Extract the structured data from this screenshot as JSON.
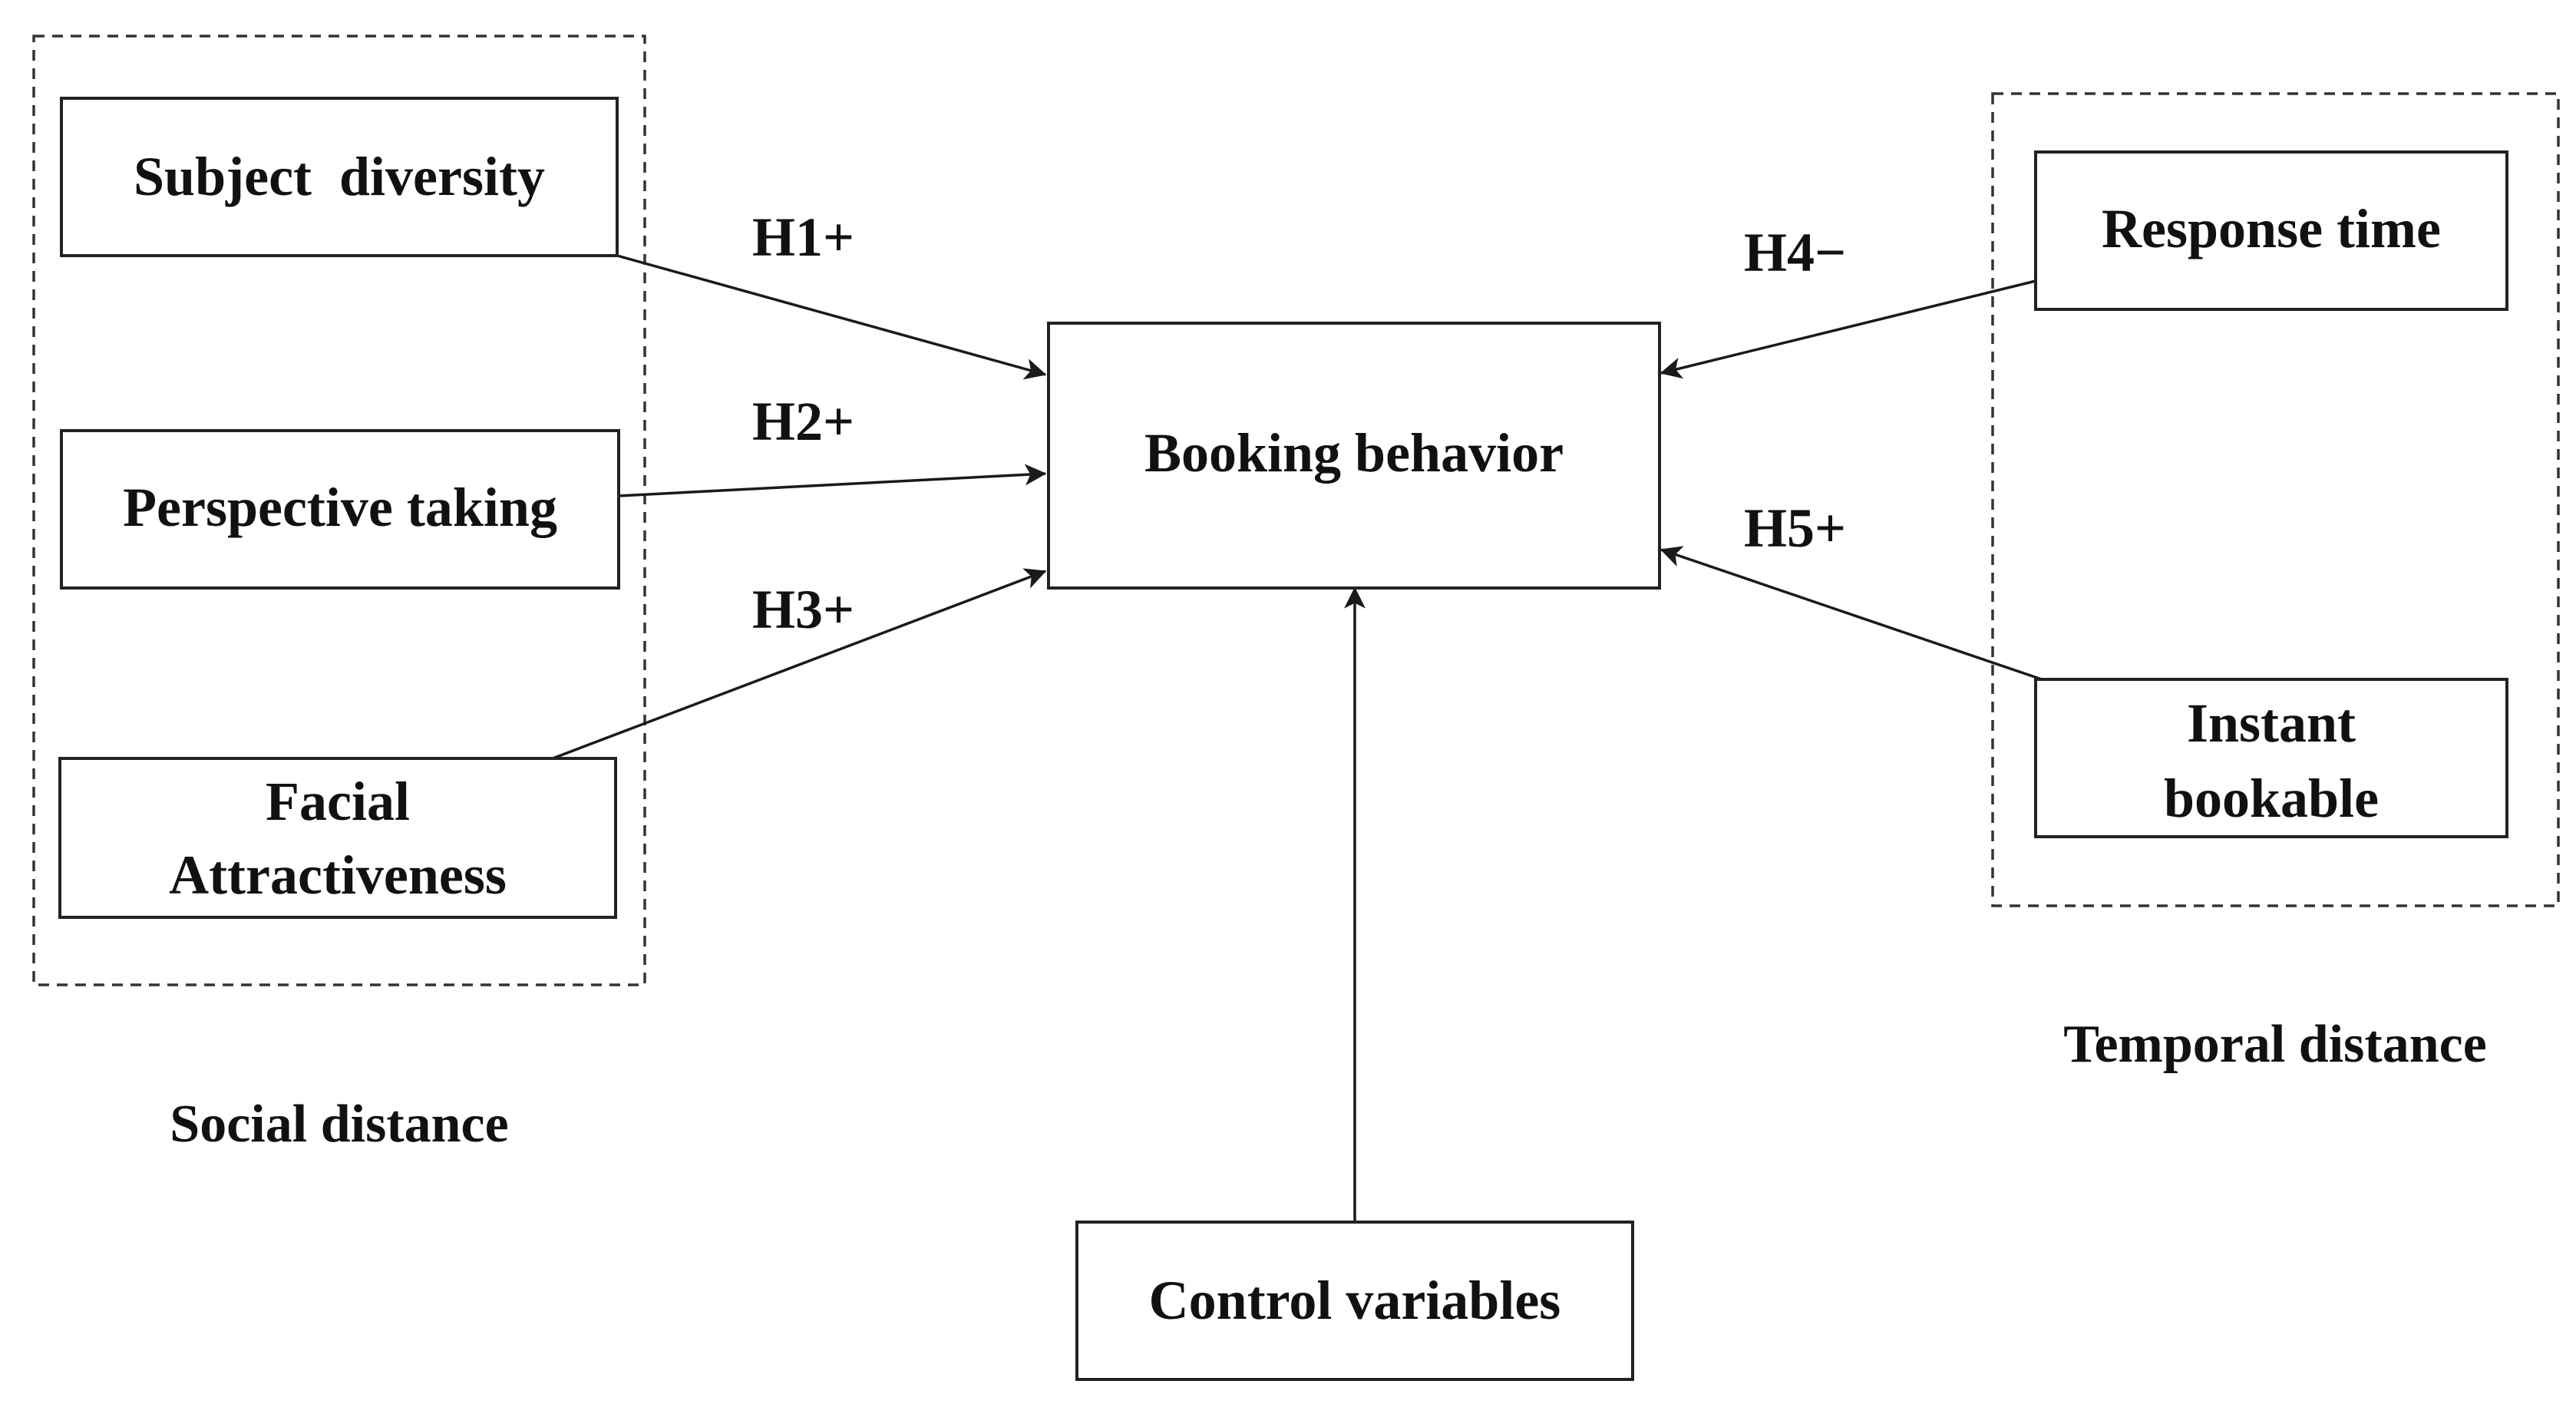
{
  "diagram": {
    "groups": {
      "social": {
        "label": "Social distance"
      },
      "temporal": {
        "label": "Temporal distance"
      }
    },
    "nodes": {
      "subject_diversity": {
        "label": "Subject  diversity"
      },
      "perspective_taking": {
        "label": "Perspective taking"
      },
      "facial_attractiveness": {
        "lines": [
          "Facial",
          "Attractiveness"
        ]
      },
      "booking_behavior": {
        "label": "Booking behavior"
      },
      "response_time": {
        "label": "Response time"
      },
      "instant_bookable": {
        "lines": [
          "Instant",
          "bookable"
        ]
      },
      "control_variables": {
        "label": "Control variables"
      }
    },
    "hypotheses": {
      "h1": {
        "label": "H1+",
        "from": "Subject  diversity",
        "to": "Booking behavior"
      },
      "h2": {
        "label": "H2+",
        "from": "Perspective taking",
        "to": "Booking behavior"
      },
      "h3": {
        "label": "H3+",
        "from": "Facial Attractiveness",
        "to": "Booking behavior"
      },
      "h4": {
        "label": "H4−",
        "from": "Response time",
        "to": "Booking behavior"
      },
      "h5": {
        "label": "H5+",
        "from": "Instant bookable",
        "to": "Booking behavior"
      }
    }
  }
}
